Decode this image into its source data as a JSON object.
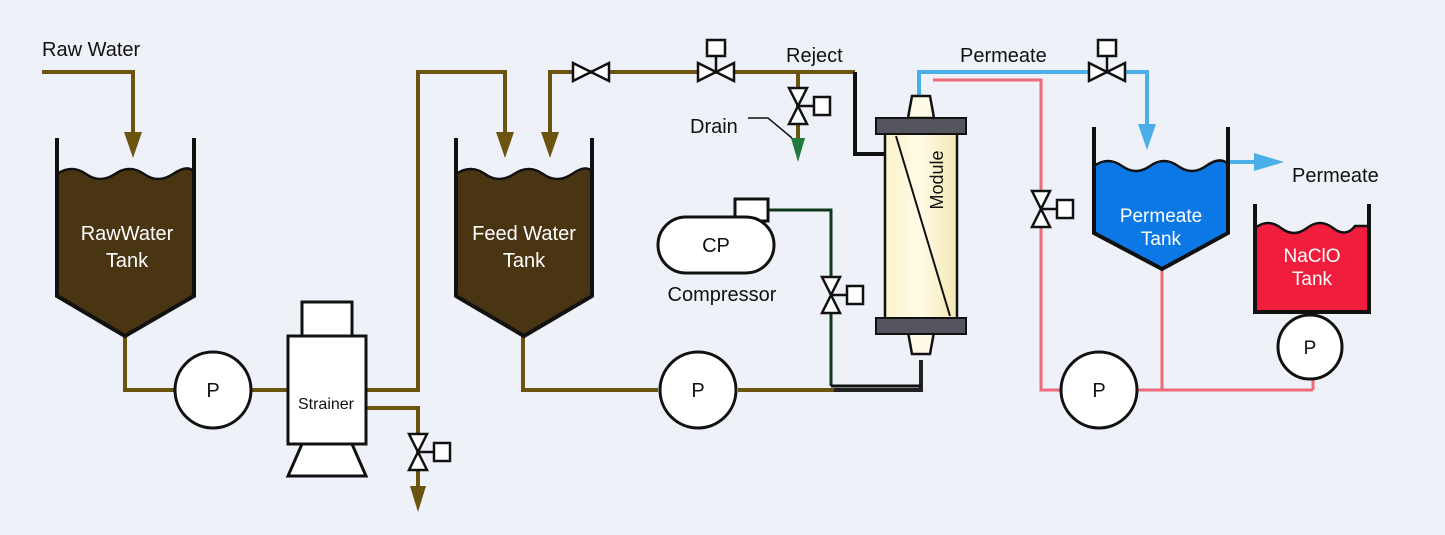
{
  "labels": {
    "raw_water": "Raw Water",
    "raw_tank_line1": "RawWater",
    "raw_tank_line2": "Tank",
    "feed_tank_line1": "Feed Water",
    "feed_tank_line2": "Tank",
    "strainer": "Strainer",
    "pump": "P",
    "reject": "Reject",
    "drain": "Drain",
    "cp": "CP",
    "compressor": "Compressor",
    "module": "Module",
    "permeate_top": "Permeate",
    "permeate_out": "Permeate",
    "permeate_tank_line1": "Permeate",
    "permeate_tank_line2": "Tank",
    "naclo_line1": "NaClO",
    "naclo_line2": "Tank"
  },
  "colors": {
    "background": "#eef1f8",
    "raw_water_pipe": "#6b5410",
    "raw_water_fill": "#4a3512",
    "air_pipe": "#0e3a1c",
    "drain_arrow": "#1f7a3c",
    "permeate_pipe": "#4aaee8",
    "permeate_fill": "#0b78e6",
    "chemical_pipe": "#ef6a78",
    "naclo_fill": "#f01e3c",
    "module_body": "#fff6c8"
  }
}
